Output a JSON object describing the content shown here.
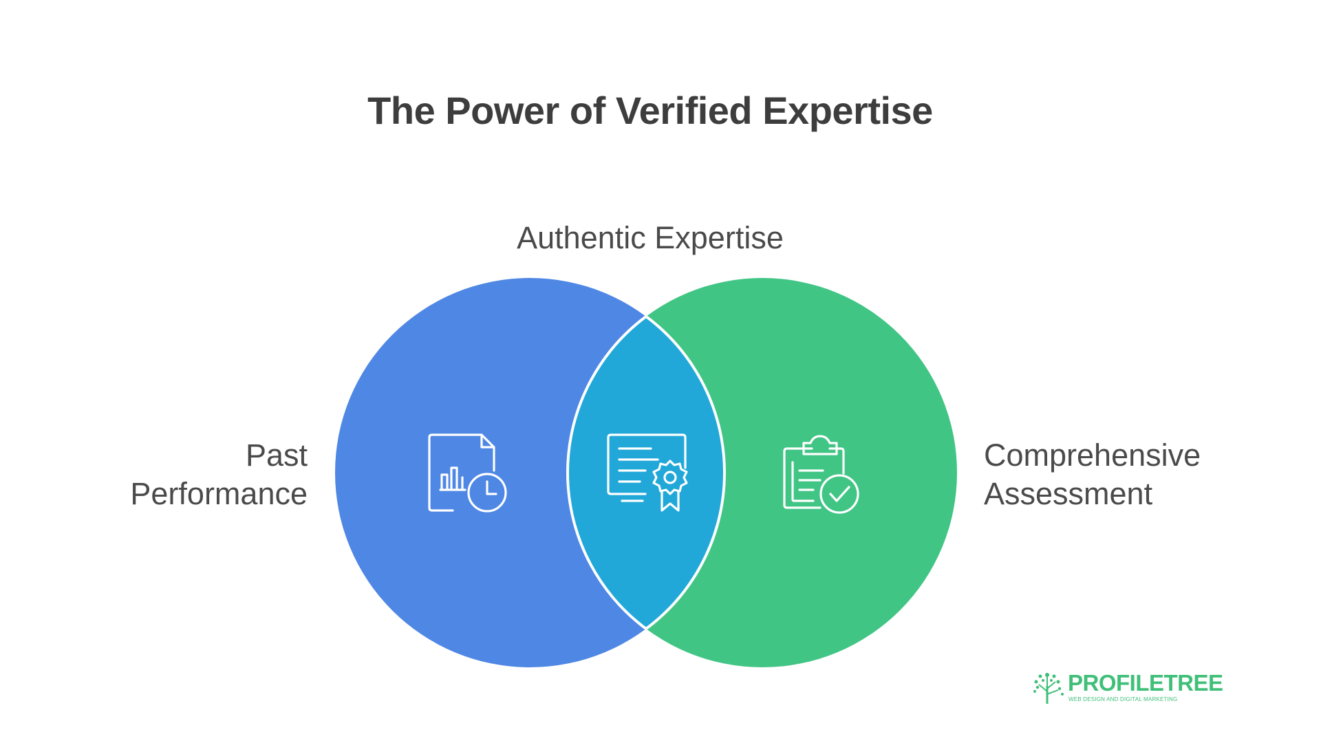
{
  "title": "The Power of Verified Expertise",
  "center_label": "Authentic Expertise",
  "left_label": {
    "line1": "Past",
    "line2": "Performance"
  },
  "right_label": {
    "line1": "Comprehensive",
    "line2": "Assessment"
  },
  "icons": {
    "left": "report-chart-clock-icon",
    "center": "certificate-badge-icon",
    "right": "clipboard-check-icon"
  },
  "colors": {
    "left_circle": "#4f87e4",
    "right_circle": "#41c585",
    "overlap": "#21a8d9",
    "text": "#4a4a4a"
  },
  "logo": {
    "name": "PROFILETREE",
    "tagline": "WEB DESIGN AND DIGITAL MARKETING"
  }
}
